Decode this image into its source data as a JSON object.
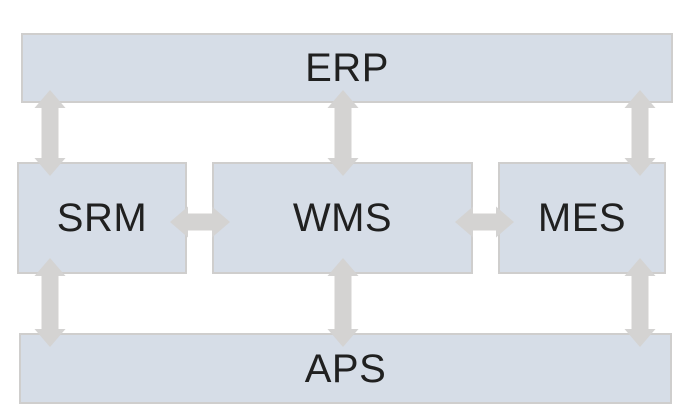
{
  "diagram": {
    "description": "Enterprise systems integration diagram",
    "colors": {
      "background": "#ffffff",
      "node_fill": "#d6dde7",
      "node_border": "#cfcecd",
      "arrow_fill": "#d4d3d2",
      "text": "#202020"
    },
    "nodes": [
      {
        "id": "erp",
        "label": "ERP"
      },
      {
        "id": "srm",
        "label": "SRM"
      },
      {
        "id": "wms",
        "label": "WMS"
      },
      {
        "id": "mes",
        "label": "MES"
      },
      {
        "id": "aps",
        "label": "APS"
      }
    ],
    "edges": [
      {
        "from": "ERP",
        "to": "SRM",
        "bidirectional": true
      },
      {
        "from": "ERP",
        "to": "WMS",
        "bidirectional": true
      },
      {
        "from": "ERP",
        "to": "MES",
        "bidirectional": true
      },
      {
        "from": "SRM",
        "to": "WMS",
        "bidirectional": true
      },
      {
        "from": "WMS",
        "to": "MES",
        "bidirectional": true
      },
      {
        "from": "SRM",
        "to": "APS",
        "bidirectional": true
      },
      {
        "from": "WMS",
        "to": "APS",
        "bidirectional": true
      },
      {
        "from": "MES",
        "to": "APS",
        "bidirectional": true
      }
    ]
  }
}
